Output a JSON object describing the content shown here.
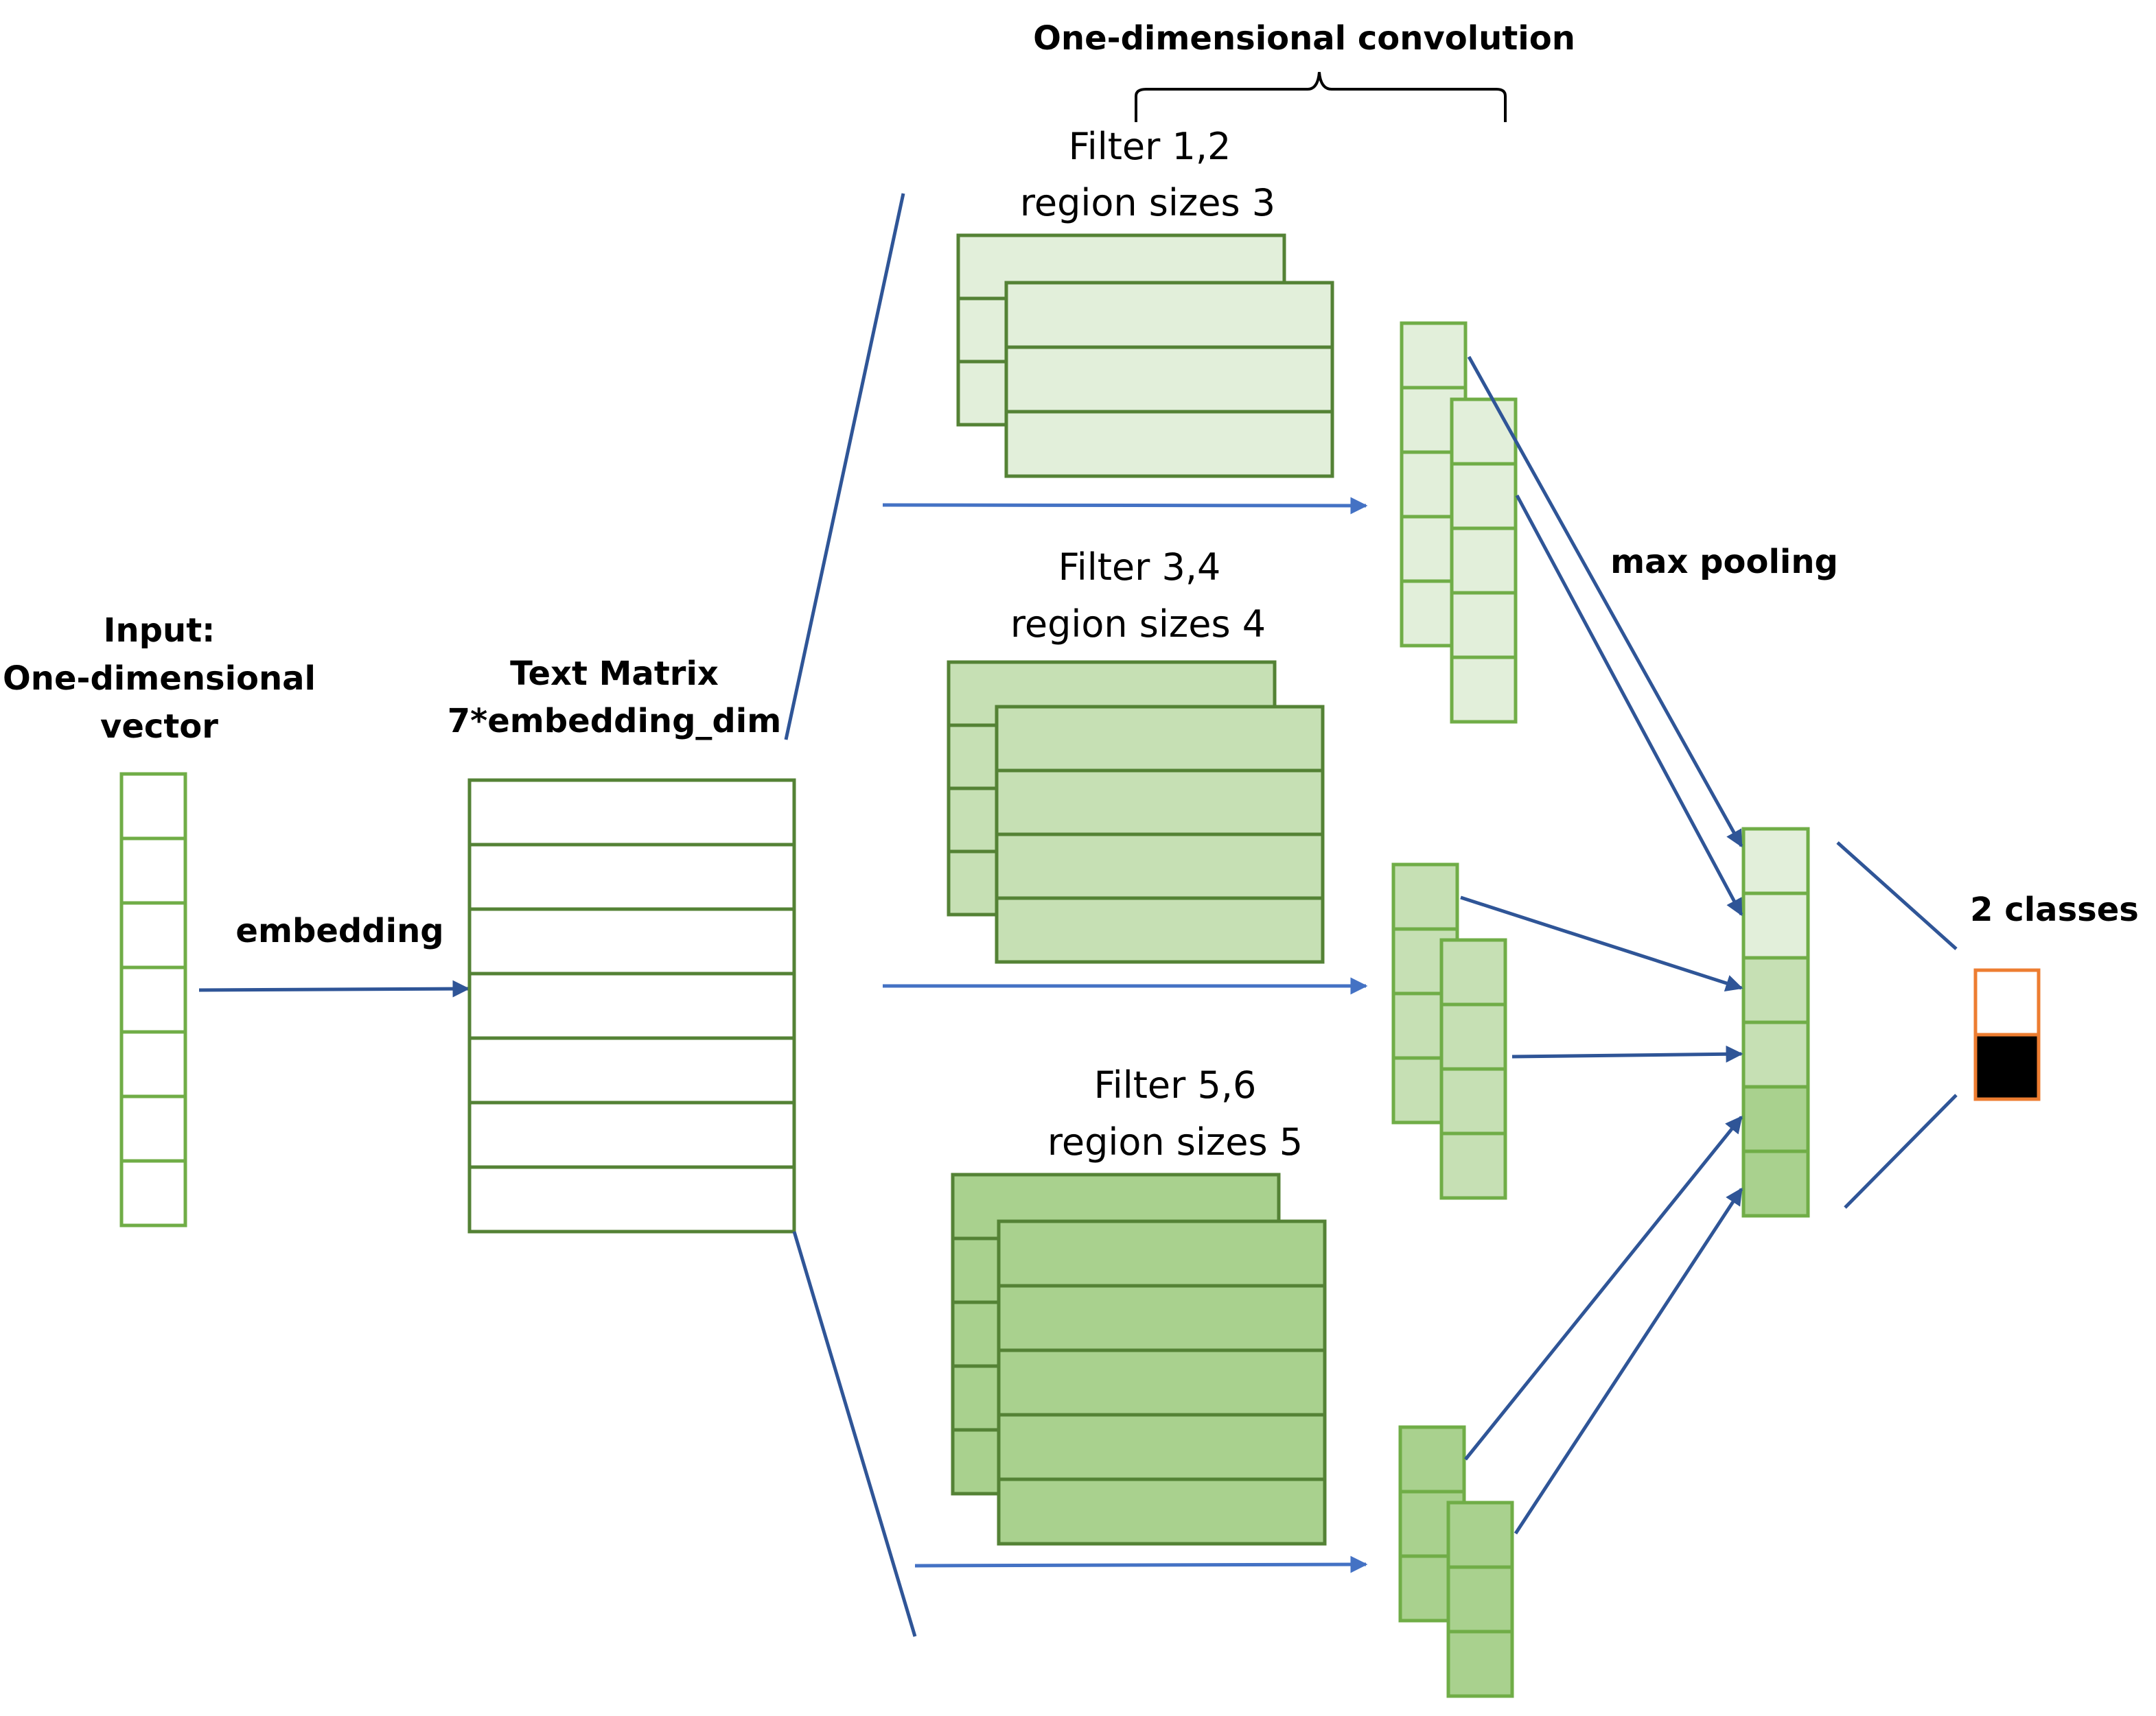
{
  "input": {
    "line1": "Input:",
    "line2": "One-dimensional",
    "line3": "vector"
  },
  "embedding_label": "embedding",
  "text_matrix": {
    "line1": "Text Matrix",
    "line2": "7*embedding_dim"
  },
  "convolution_label": "One-dimensional convolution",
  "filters": [
    {
      "line1": "Filter  1,2",
      "line2": "region sizes  3"
    },
    {
      "line1": "Filter  3,4",
      "line2": "region sizes  4"
    },
    {
      "line1": "Filter  5,6",
      "line2": "region sizes  5"
    }
  ],
  "max_pooling_label": "max pooling",
  "classes_label": "2 classes",
  "colors": {
    "outline_light": "#70ad47",
    "outline_dark": "#548235",
    "fill_group1": "#e2efda",
    "fill_group2": "#c6e0b4",
    "fill_group3": "#a9d18e",
    "arrow": "#2f5597",
    "arrow_light": "#4472c4",
    "output_border": "#ed7d31",
    "output_filled": "#000000"
  }
}
